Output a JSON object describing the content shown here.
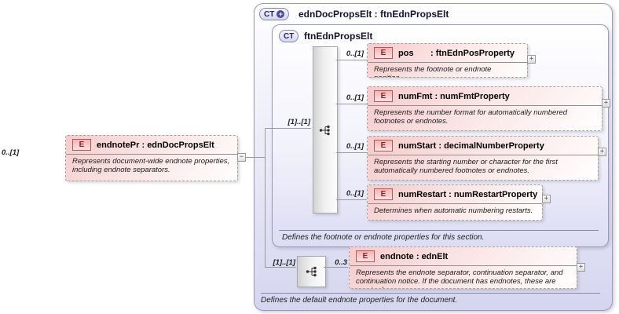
{
  "icons": {
    "element_badge": "E",
    "plus": "+",
    "minus": "−",
    "expand": "+"
  },
  "labels": {
    "colon_separator": " : "
  },
  "colors": {
    "container_fill": "#d5d5f0",
    "element_fill": "#f6caca",
    "element_badge_red": "#921f1f",
    "ct_badge_blue": "#26266a",
    "connector_gray": "#9b9b9b"
  },
  "source_element": {
    "cardinality": "0..[1]",
    "name": "endnotePr",
    "type": "ednDocPropsElt",
    "description": "Represents document-wide endnote properties, including endnote separators."
  },
  "outer": {
    "badge": "CT",
    "title": "ednDocPropsElt : ftnEdnPropsElt",
    "footer": "Defines the default endnote properties for the document."
  },
  "inner": {
    "badge": "CT",
    "title": "ftnEdnPropsElt",
    "sequence_label": "[1]..[1]",
    "footer": "Defines the footnote or endnote properties for this section.",
    "children": [
      {
        "cardinality": "0..[1]",
        "name": "pos",
        "type": "ftnEdnPosProperty",
        "description": "Represents the footnote or endnote position."
      },
      {
        "cardinality": "0..[1]",
        "name": "numFmt",
        "type": "numFmtProperty",
        "description": "Represents the number format for automatically numbered footnotes or endnotes."
      },
      {
        "cardinality": "0..[1]",
        "name": "numStart",
        "type": "decimalNumberProperty",
        "description": "Represents the starting number or character for the first automatically numbered footnotes or endnotes."
      },
      {
        "cardinality": "0..[1]",
        "name": "numRestart",
        "type": "numRestartProperty",
        "description": "Determines when automatic numbering restarts."
      }
    ]
  },
  "branch": {
    "sequence_label": "[1]..[1]",
    "cardinality": "0..3",
    "element": {
      "name": "endnote",
      "type": "ednElt",
      "description": "Represents the endnote separator, continuation separator, and continuation notice. If the document has endnotes, these are required."
    }
  }
}
